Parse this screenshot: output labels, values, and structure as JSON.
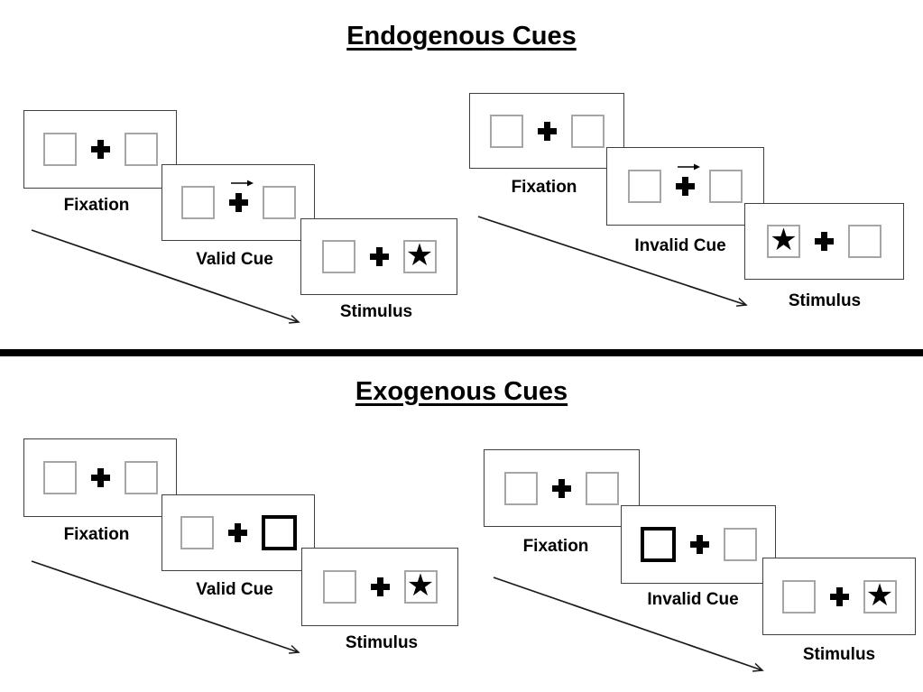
{
  "diagram": {
    "sections": [
      {
        "title": "Endogenous Cues",
        "groups": [
          {
            "condition": "valid",
            "cue_type": "central-arrow",
            "cue_direction": "right",
            "stimulus_side": "right",
            "panels": [
              {
                "label": "Fixation"
              },
              {
                "label": "Valid Cue"
              },
              {
                "label": "Stimulus"
              }
            ]
          },
          {
            "condition": "invalid",
            "cue_type": "central-arrow",
            "cue_direction": "right",
            "stimulus_side": "left",
            "panels": [
              {
                "label": "Fixation"
              },
              {
                "label": "Invalid Cue"
              },
              {
                "label": "Stimulus"
              }
            ]
          }
        ]
      },
      {
        "title": "Exogenous Cues",
        "groups": [
          {
            "condition": "valid",
            "cue_type": "peripheral-box",
            "cue_side": "right",
            "stimulus_side": "right",
            "panels": [
              {
                "label": "Fixation"
              },
              {
                "label": "Valid Cue"
              },
              {
                "label": "Stimulus"
              }
            ]
          },
          {
            "condition": "invalid",
            "cue_type": "peripheral-box",
            "cue_side": "left",
            "stimulus_side": "right",
            "panels": [
              {
                "label": "Fixation"
              },
              {
                "label": "Invalid Cue"
              },
              {
                "label": "Stimulus"
              }
            ]
          }
        ]
      }
    ]
  },
  "icons": {
    "star": "★"
  },
  "colors": {
    "background": "#ffffff",
    "panel_border": "#404040",
    "square_border": "#a6a6a6",
    "cue_highlight": "#000000",
    "text": "#000000",
    "divider": "#000000",
    "arrow": "#1a1a1a"
  }
}
